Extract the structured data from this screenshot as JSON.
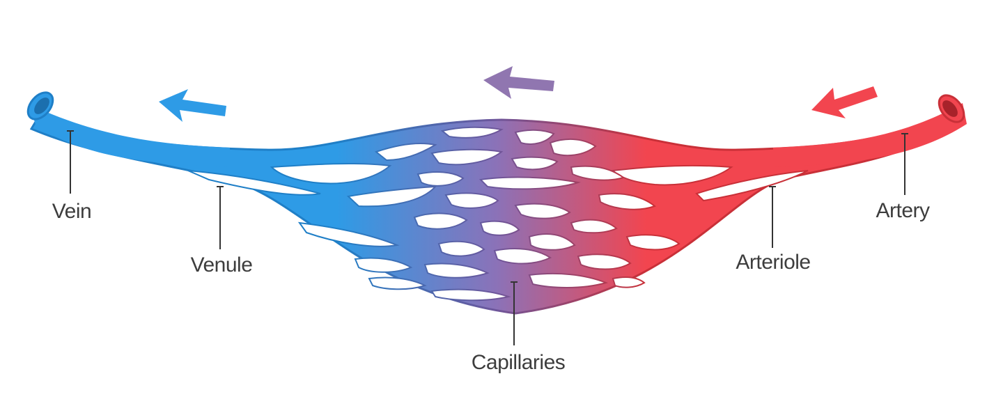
{
  "diagram": {
    "labels": {
      "vein": "Vein",
      "venule": "Venule",
      "capillaries": "Capillaries",
      "arteriole": "Arteriole",
      "artery": "Artery"
    },
    "colors": {
      "venous": "#2e9be6",
      "venous_dark": "#1f7fc7",
      "mixed": "#8b72b8",
      "arterial": "#f2454f",
      "arterial_dark": "#c93038",
      "label_text": "#3d3d3d",
      "leader_line": "#333333"
    },
    "arrows": [
      {
        "name": "venous-flow-arrow",
        "color": "#2e9be6",
        "direction": "left"
      },
      {
        "name": "capillary-flow-arrow",
        "color": "#9076b0",
        "direction": "left"
      },
      {
        "name": "arterial-flow-arrow",
        "color": "#f2454f",
        "direction": "left"
      }
    ]
  }
}
